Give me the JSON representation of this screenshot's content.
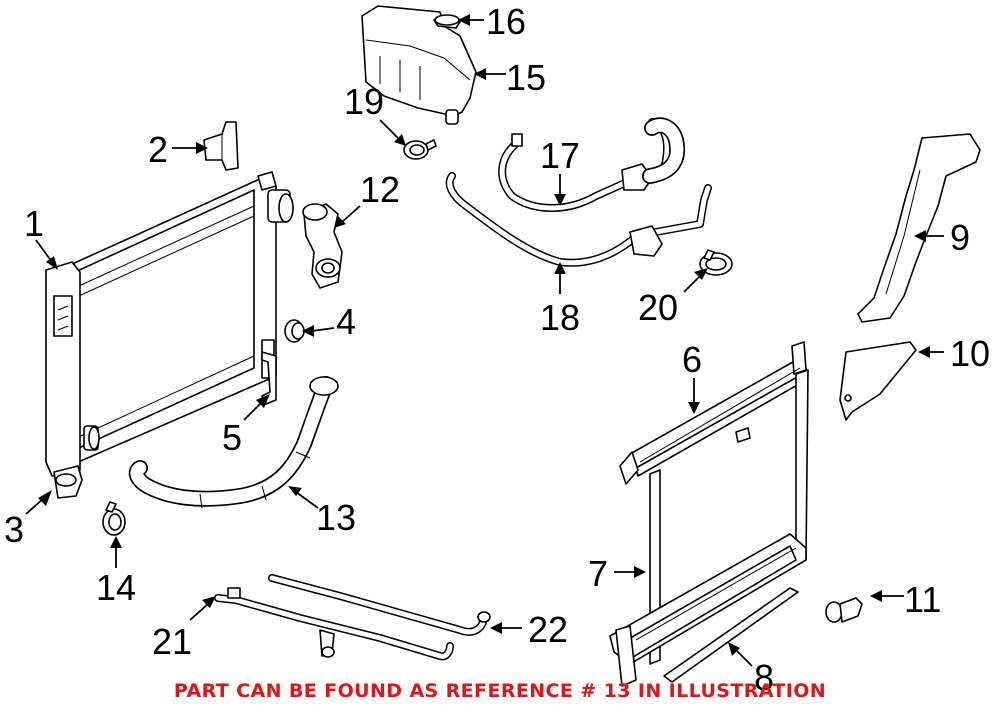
{
  "callouts": {
    "c1": "1",
    "c2": "2",
    "c3": "3",
    "c4": "4",
    "c5": "5",
    "c6": "6",
    "c7": "7",
    "c8": "8",
    "c9": "9",
    "c10": "10",
    "c11": "11",
    "c12": "12",
    "c13": "13",
    "c14": "14",
    "c15": "15",
    "c16": "16",
    "c17": "17",
    "c18": "18",
    "c19": "19",
    "c20": "20",
    "c21": "21",
    "c22": "22"
  },
  "footer_note": "PART CAN BE FOUND AS REFERENCE # 13 IN ILLUSTRATION",
  "colors": {
    "note": "#e01616",
    "line": "#000000",
    "background": "#ffffff"
  }
}
